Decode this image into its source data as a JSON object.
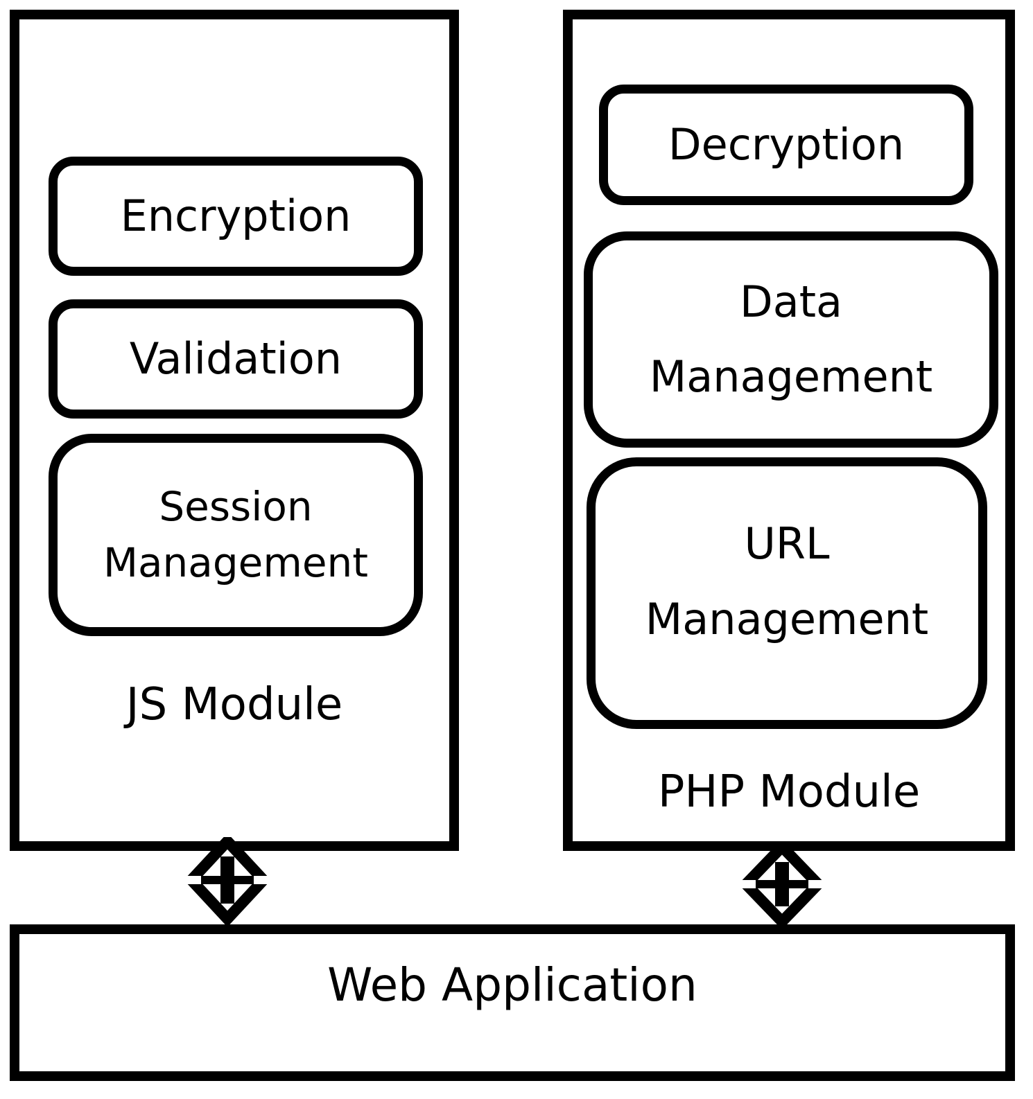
{
  "js_module": {
    "title": "JS Module",
    "components": [
      "Encryption",
      "Validation",
      "Session",
      "Management"
    ]
  },
  "php_module": {
    "title": "PHP Module",
    "components": [
      "Decryption",
      "Data",
      "Management",
      "URL",
      "Management"
    ]
  },
  "web_app": {
    "title": "Web Application"
  }
}
